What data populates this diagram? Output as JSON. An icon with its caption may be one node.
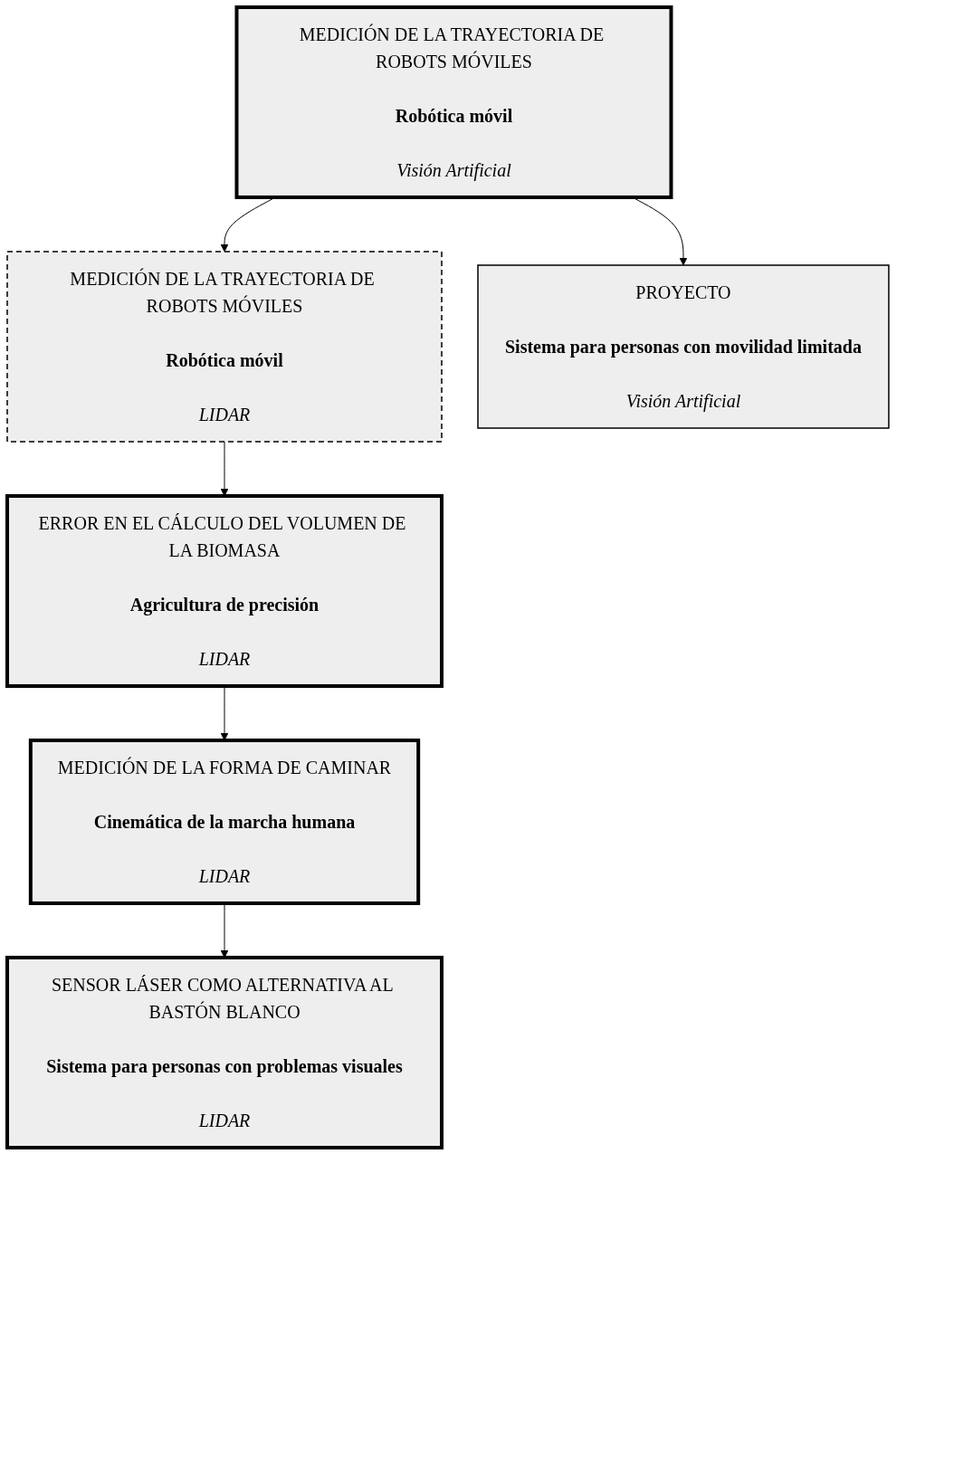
{
  "diagram": {
    "nodes": [
      {
        "text": [
          "MEDICIÓN DE LA TRAYECTORIA DE ROBOTS MÓVILES",
          "Robótica móvil",
          "Visión Artificial"
        ]
      },
      {
        "text": [
          "MEDICIÓN DE LA TRAYECTORIA DE ROBOTS MÓVILES",
          "Robótica móvil",
          "LIDAR"
        ]
      },
      {
        "text": [
          "PROYECTO",
          "Sistema para personas con movilidad limitada",
          "Visión Artificial"
        ]
      },
      {
        "text": [
          "ERROR EN EL CÁLCULO DEL VOLUMEN DE LA BIOMASA",
          "Agricultura de precisión",
          "LIDAR"
        ]
      },
      {
        "text": [
          "MEDICIÓN DE LA FORMA DE CAMINAR",
          "Cinemática de la marcha humana",
          "LIDAR"
        ]
      },
      {
        "text": [
          "SENSOR LÁSER COMO ALTERNATIVA AL BASTÓN BLANCO",
          "Sistema para personas con problemas visuales",
          "LIDAR"
        ]
      }
    ],
    "edges": [
      {
        "from": 0,
        "to": 1,
        "arrow": "to"
      },
      {
        "from": 0,
        "to": 2,
        "arrow": "to"
      },
      {
        "from": 1,
        "to": 3,
        "arrow": "to"
      },
      {
        "from": 3,
        "to": 4,
        "arrow": "to"
      },
      {
        "from": 4,
        "to": 5,
        "arrow": "to"
      }
    ]
  }
}
